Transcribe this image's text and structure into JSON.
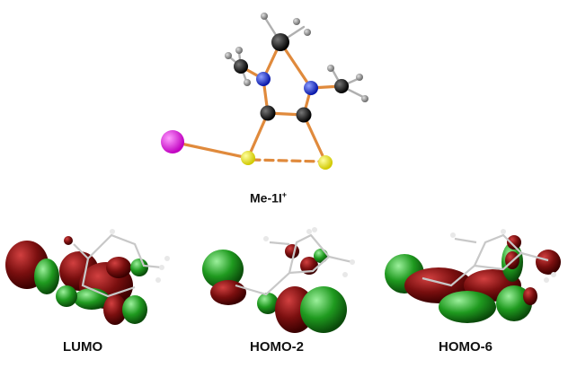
{
  "molecule": {
    "name": "Me-1I",
    "charge": "+"
  },
  "orbitals": [
    {
      "label": "LUMO"
    },
    {
      "label": "HOMO-2"
    },
    {
      "label": "HOMO-6"
    }
  ],
  "colors": {
    "carbon": "#111111",
    "nitrogen": "#1a2bd6",
    "sulfur": "#f2f200",
    "iodine": "#e01ee0",
    "hydrogen": "#8a8a8a",
    "bond": "#e08a3c",
    "lobe_negative": "#7a0f0f",
    "lobe_positive": "#1f9a1f"
  }
}
